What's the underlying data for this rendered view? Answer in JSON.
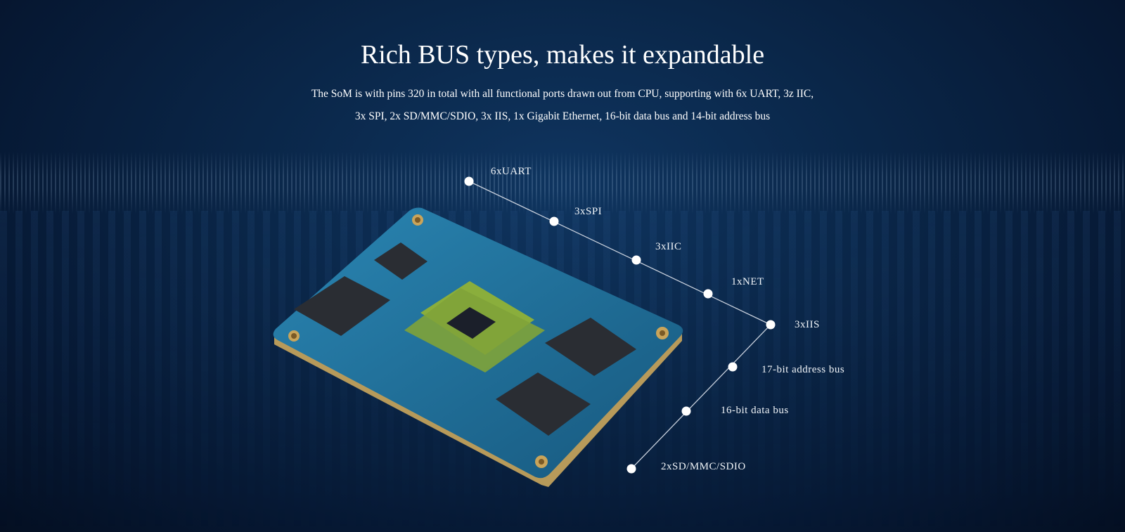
{
  "header": {
    "title": "Rich BUS types, makes it expandable",
    "line1": "The SoM is with pins 320 in total with all functional ports drawn out from CPU, supporting with 6x UART, 3z IIC,",
    "line2": "3x SPI, 2x SD/MMC/SDIO, 3x IIS, 1x Gigabit Ethernet, 16-bit data bus and 14-bit address bus"
  },
  "callouts": [
    "6xUART",
    "3xSPI",
    "3xIIC",
    "1xNET",
    "3xIIS",
    "17-bit address bus",
    "16-bit data bus",
    "2xSD/MMC/SDIO"
  ],
  "colors": {
    "board": "#1f6f98",
    "chip_substrate": "#7aa23a",
    "accent": "#ffffff"
  }
}
